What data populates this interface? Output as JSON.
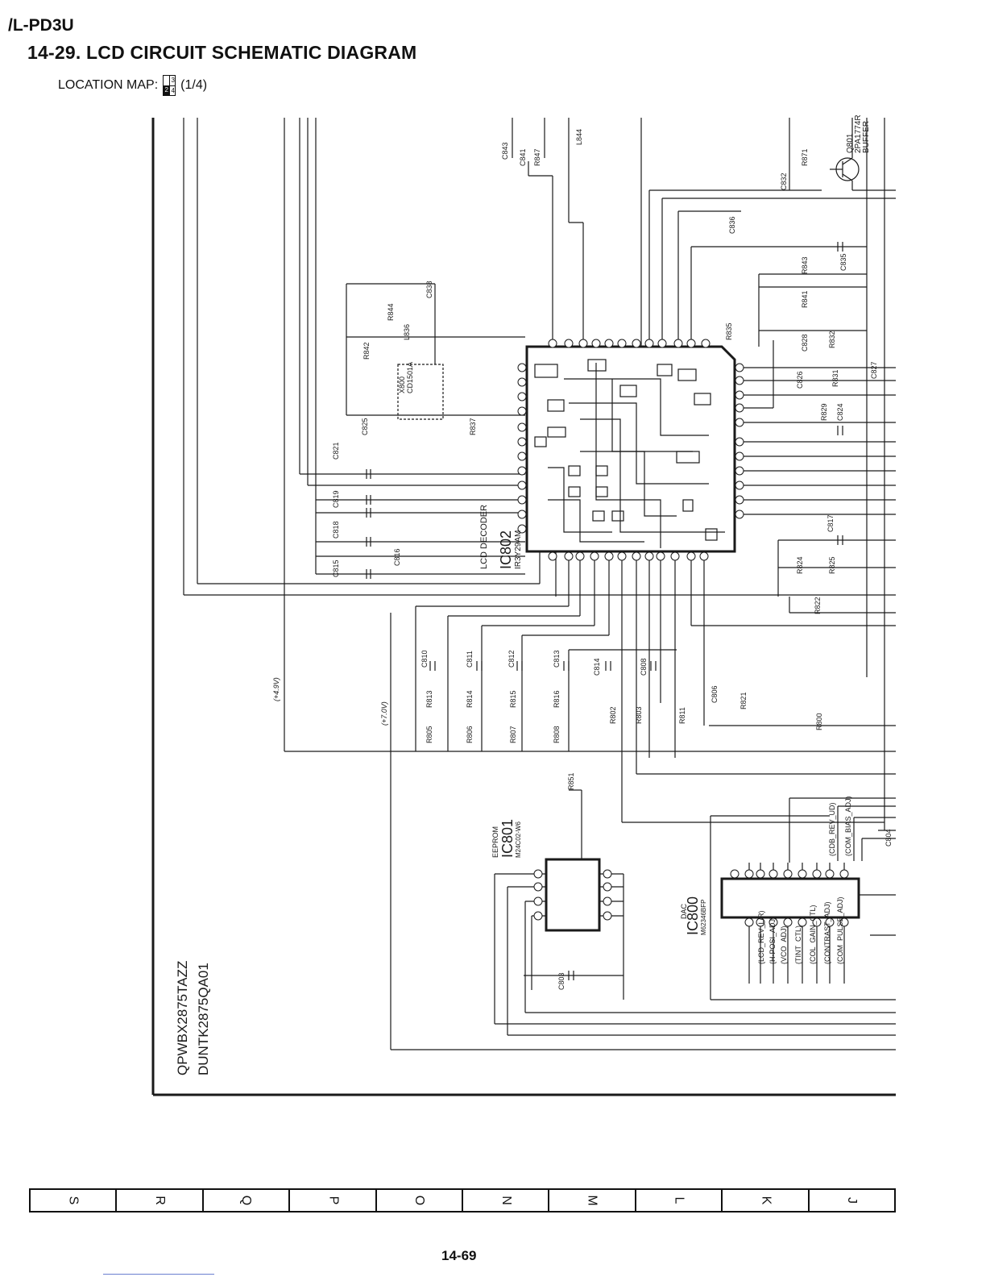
{
  "header": {
    "model": "/L-PD3U",
    "title": "14-29. LCD CIRCUIT SCHEMATIC DIAGRAM",
    "location_label": "LOCATION MAP:",
    "location_cells": [
      "3",
      "4",
      "2"
    ],
    "location_fraction": "(1/4)"
  },
  "pcb": {
    "part_1": "QPWBX2875TAZZ",
    "part_2": "DUNTK2875QA01"
  },
  "ics": {
    "ic802": {
      "ref": "IC802",
      "part": "IR3Y29AM",
      "desc": "LCD DECODER"
    },
    "ic801": {
      "ref": "IC801",
      "part": "M24C02-W6",
      "desc": "EEPROM"
    },
    "ic800": {
      "ref": "IC800",
      "part": "M62346BFP",
      "desc": "DAC"
    },
    "q801": {
      "ref": "Q801",
      "part": "2PA1774R",
      "desc": "BUFFER"
    },
    "x800": {
      "ref": "X800",
      "part": "CD1501A"
    }
  },
  "voltages": {
    "v1": "(+4.9V)",
    "v2": "(+7.0V)"
  },
  "components_top": [
    "C843",
    "C841",
    "R847",
    "L844",
    "C838",
    "R844",
    "L836",
    "R842",
    "C825",
    "R837",
    "C821",
    "C819",
    "C818",
    "C816",
    "C815",
    "R835",
    "C832",
    "R871",
    "C836",
    "C835",
    "R843",
    "R841",
    "C826",
    "R832",
    "C828",
    "R831",
    "C827",
    "R829",
    "C824",
    "C817",
    "R824",
    "R825",
    "R822"
  ],
  "components_bottom": [
    "C810",
    "C811",
    "C812",
    "C813",
    "C814",
    "C808",
    "R813",
    "R814",
    "R815",
    "R816",
    "R805",
    "R806",
    "R807",
    "R808",
    "R802",
    "R803",
    "R811",
    "C806",
    "R821",
    "R800",
    "R851",
    "C803",
    "C804"
  ],
  "dac_signals_left": [
    "(LCD_REV_L/R)",
    "(H-POSI_ADJ)",
    "(VCO_ADJ)",
    "(TINT_CTL)",
    "(COL_GAIN_CTL)",
    "(CONTRAST_ADJ)",
    "(COM_PULSE_ADJ)"
  ],
  "dac_signals_right": [
    "(CDB_REV_UD)",
    "(COM_BIAS_ADJ)"
  ],
  "zone_labels": [
    "S",
    "R",
    "Q",
    "P",
    "O",
    "N",
    "M",
    "L",
    "K",
    "J"
  ],
  "page_number": "14-69"
}
